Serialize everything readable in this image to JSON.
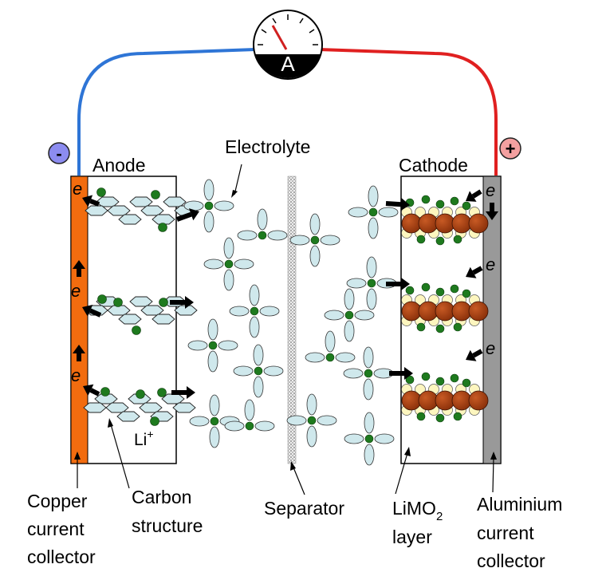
{
  "ammeter": {
    "label": "A"
  },
  "terminals": {
    "negative": "-",
    "positive": "+"
  },
  "electrodes": {
    "anode": "Anode",
    "cathode": "Cathode"
  },
  "electron_symbol": "e",
  "labels": {
    "electrolyte": "Electrolyte",
    "lithium_ion": "Li",
    "lithium_ion_charge": "+",
    "copper": [
      "Copper",
      "current",
      "collector"
    ],
    "carbon": [
      "Carbon",
      "structure"
    ],
    "separator": "Separator",
    "limo2_main": "LiMO",
    "limo2_sub": "2",
    "limo2_layer": "layer",
    "aluminium": [
      "Aluminium",
      "current",
      "collector"
    ]
  },
  "colors": {
    "negative_wire": "#2e75d6",
    "positive_wire": "#e02020",
    "copper_collector": "#f26c0f",
    "aluminium_collector": "#999999",
    "lithium": "#1e7a1e",
    "electrolyte_molecule": "#cfe8ec",
    "metal_oxide": "#9e3c0f",
    "oxygen": "#fdf6bf"
  }
}
